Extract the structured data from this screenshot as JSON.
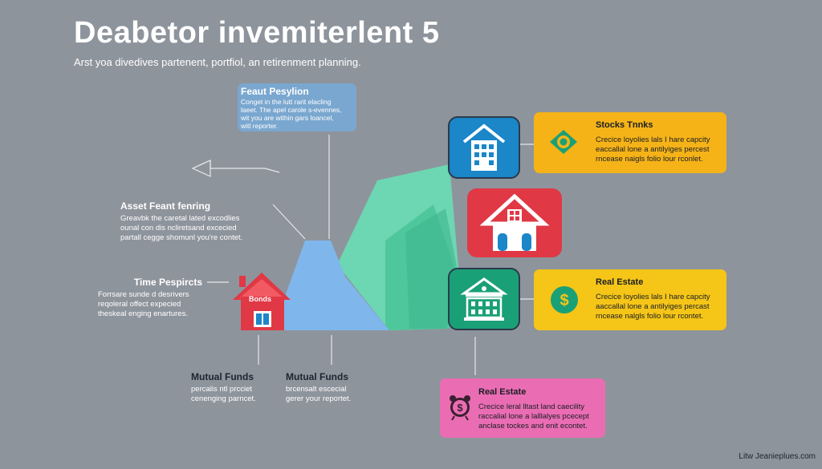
{
  "title": "Deabetor invemiterlent 5",
  "subtitle": "Arst yoa divedives partenent, portfiol, an retirenment planning.",
  "callouts": {
    "feaut": {
      "title": "Feaut Pesylion",
      "lines": [
        "Conget in the lutt rarit elacling",
        "laeet. The apel carole s-evennes,",
        "wit you are within gars loancel,",
        "witl reporter."
      ]
    },
    "asset": {
      "title": "Asset Feant fenring",
      "lines": [
        "Greavbk the caretal lated excodlies",
        "ounal con dis ncliretsand excecied",
        "partall cegge shomunl you're contet."
      ]
    },
    "time": {
      "title": "Time Pespircts",
      "lines": [
        "Forrsare sunde d desrivers",
        "reqoleral offect expecied",
        "theskeal enging enartures."
      ]
    },
    "mutual_left": {
      "title": "Mutual Funds",
      "lines": [
        "percalis ntl prcciet",
        "cenenging parncet."
      ]
    },
    "mutual_right": {
      "title": "Mutual Funds",
      "lines": [
        "brcensalt escecial",
        "gerer your reportet."
      ]
    }
  },
  "bonds_label": "Bonds",
  "cards": {
    "stocks": {
      "title": "Stocks Tnnks",
      "lines": [
        "Crecice loyolies lals I hare capcity",
        "eaccallal lone a antilyiges percest",
        "rncease naigls folio lour rconlet."
      ],
      "color": "#f5b318"
    },
    "real1": {
      "title": "Real Estate",
      "lines": [
        "Crecice loyolies lals I hare capcity",
        "aaccallal lone a antilyiges percast",
        "rncease nalgls folio lour rcontet."
      ],
      "color": "#f5c518"
    },
    "real2": {
      "title": "Real Estate",
      "lines": [
        "Crecice leral lltast land caecility",
        "raccalial lone a lalllalyes pcecept",
        "anclase tockes and enit econtet."
      ],
      "color": "#ea6db4"
    }
  },
  "tiles": {
    "office_color": "#1b86c8",
    "house_color": "#e03845",
    "bank_color": "#1aa076"
  },
  "footer": "Litw Jeanieplues.com"
}
